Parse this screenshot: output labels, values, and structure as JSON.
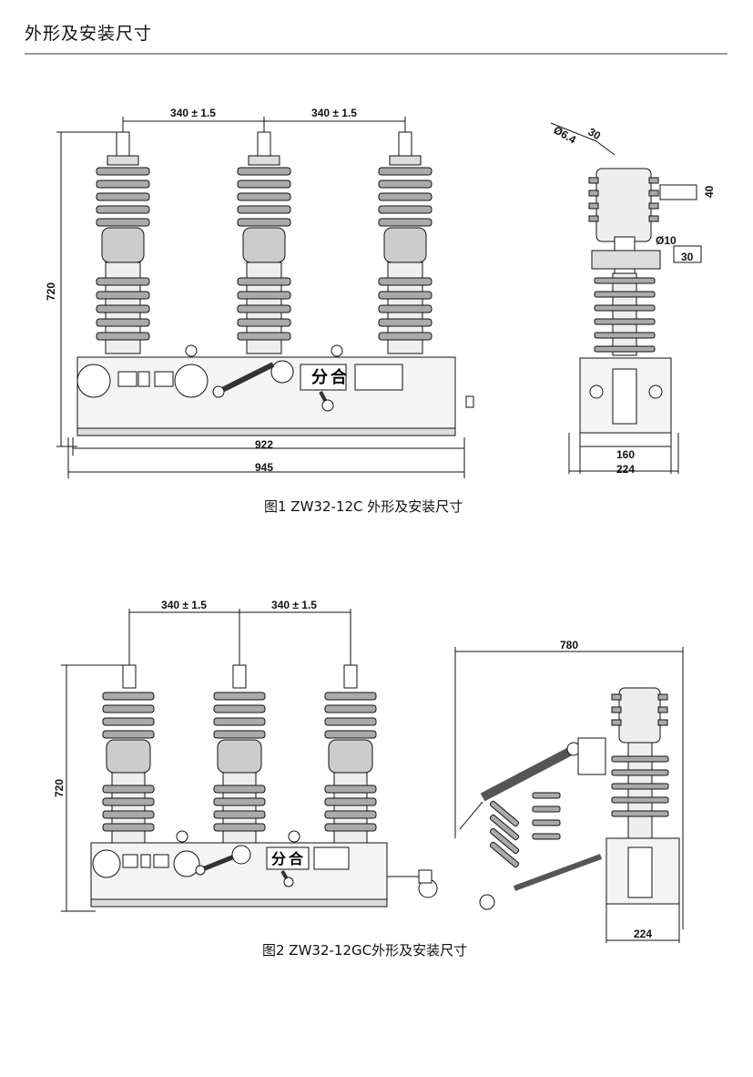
{
  "page": {
    "title": "外形及安装尺寸"
  },
  "figure1": {
    "caption": "图1  ZW32-12C 外形及安装尺寸",
    "front": {
      "spacing_left": "340 ± 1.5",
      "spacing_right": "340 ± 1.5",
      "height": "720",
      "width_inner": "922",
      "width_outer": "945",
      "panel_label_1": "分",
      "panel_label_2": "合"
    },
    "side": {
      "dim_diameter": "Ø6.4",
      "dim_30_top": "30",
      "dim_40": "40",
      "dim_diameter_10": "Ø10",
      "dim_30_right": "30",
      "width_inner": "160",
      "width_outer": "224"
    }
  },
  "figure2": {
    "caption": "图2  ZW32-12GC外形及安装尺寸",
    "front": {
      "spacing_left": "340 ± 1.5",
      "spacing_right": "340 ± 1.5",
      "height": "720",
      "panel_label_1": "分",
      "panel_label_2": "合"
    },
    "side": {
      "width_top": "780",
      "width_bottom": "224"
    }
  }
}
